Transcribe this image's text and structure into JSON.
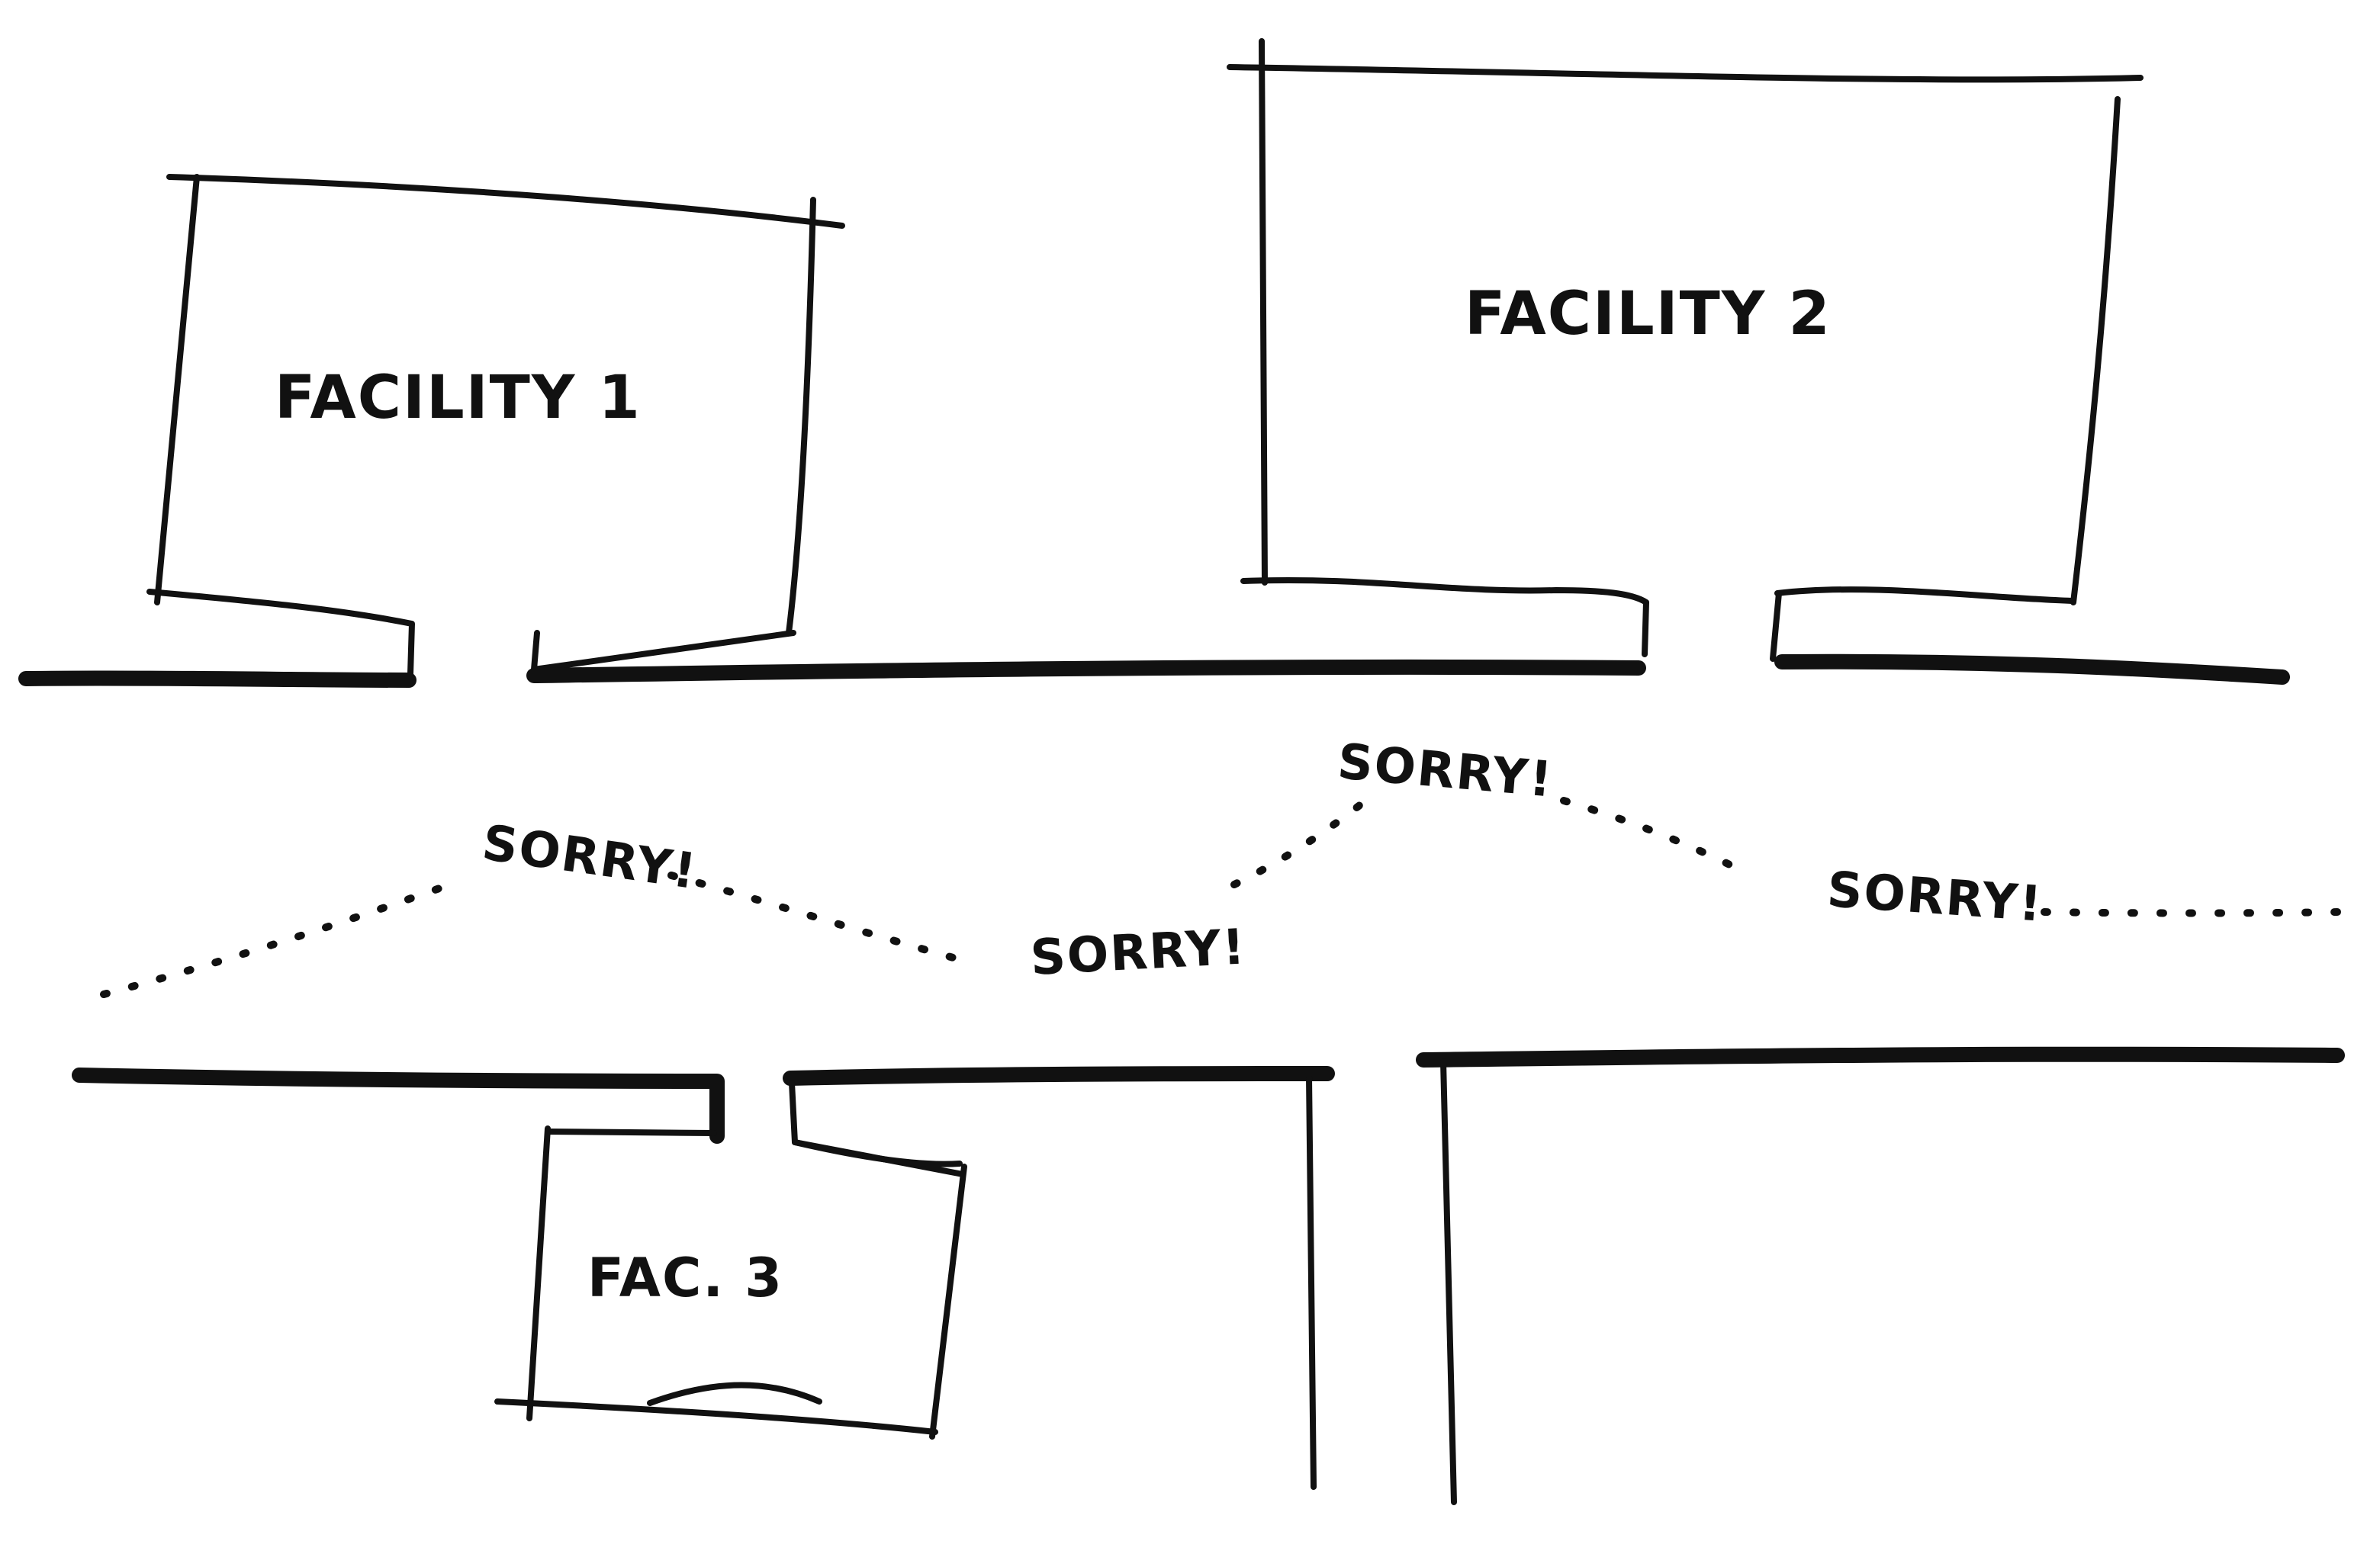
{
  "diagram": {
    "facilities": [
      {
        "label": "FACILITY 1"
      },
      {
        "label": "FACILITY 2"
      },
      {
        "label": "FAC. 3"
      }
    ],
    "annotations": [
      {
        "text": "SORRY!"
      },
      {
        "text": "SORRY!"
      },
      {
        "text": "SORRY!"
      },
      {
        "text": "SORRY!"
      }
    ],
    "ink_color": "#111111",
    "background_color": "#ffffff"
  }
}
